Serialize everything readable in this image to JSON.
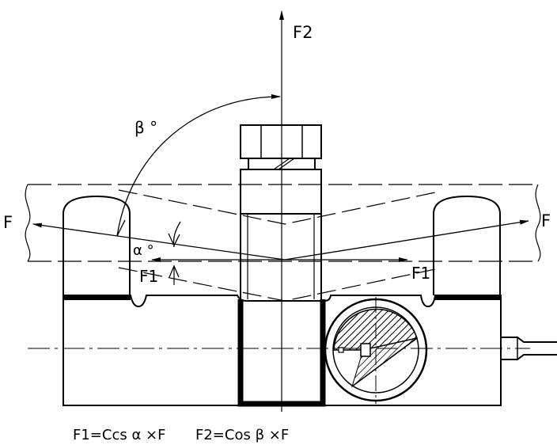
{
  "labels": {
    "f2_top": "F2",
    "beta": "β °",
    "alpha": "α °",
    "f_left": "F",
    "f_right": "F",
    "f1_left": "F1",
    "f1_right": "F1"
  },
  "formulas": {
    "f1": "F1=Ccs α ×F",
    "f2": "F2=Cos β ×F"
  }
}
